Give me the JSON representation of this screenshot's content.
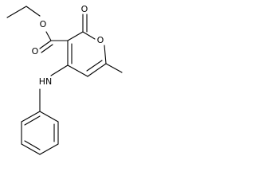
{
  "molecule": {
    "atom_labels": {
      "o_ester_carbonyl": "O",
      "o_ester_ether": "O",
      "o_ring_carbonyl": "O",
      "o_ring": "O",
      "nh": "HN"
    },
    "colors": {
      "bond": "#000000",
      "background": "#ffffff"
    }
  }
}
